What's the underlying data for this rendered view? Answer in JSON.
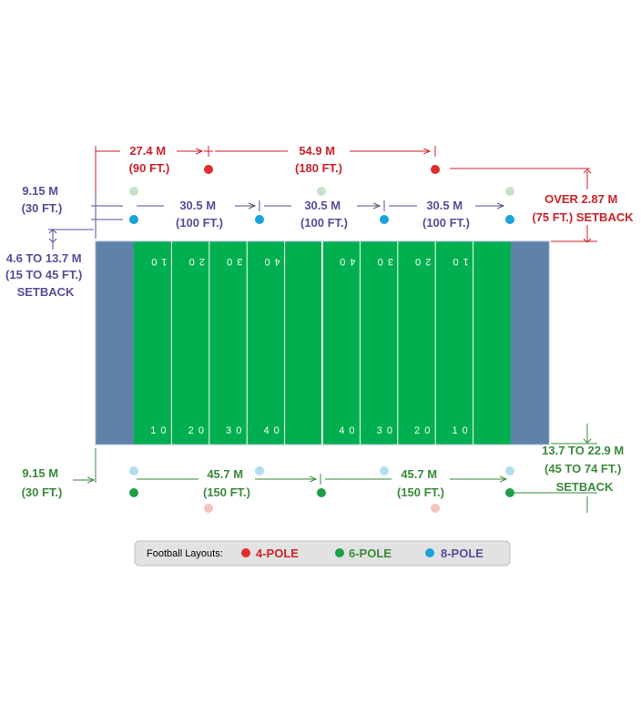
{
  "colors": {
    "red": "#cc2229",
    "purple": "#5b4a99",
    "green": "#3a8a3a",
    "field": "#00b04f",
    "endzone": "#5f82aa",
    "pole_red": "#e02d2d",
    "pole_green": "#1f9e48",
    "pole_blue": "#1aa3d9",
    "pole_faded_green": "#c4e3c9",
    "pole_faded_blue": "#b2dff0",
    "pole_faded_red": "#f3c2bd",
    "legend_bg": "#e2e2e2"
  },
  "labels": {
    "top_left_gap": [
      "27.4 M",
      "(90 FT.)"
    ],
    "top_center_gap": [
      "54.9 M",
      "(180 FT.)"
    ],
    "top_right_setback": [
      "OVER 2.87 M",
      "(75 FT.) SETBACK"
    ],
    "left_top_offset": [
      "9.15 M",
      "(30 FT.)"
    ],
    "top_spacing_1": [
      "30.5 M",
      "(100 FT.)"
    ],
    "top_spacing_2": [
      "30.5 M",
      "(100 FT.)"
    ],
    "top_spacing_3": [
      "30.5 M",
      "(100 FT.)"
    ],
    "left_setback": [
      "4.6 TO 13.7 M",
      "(15 TO 45 FT.)",
      "SETBACK"
    ],
    "bottom_left_offset": [
      "9.15 M",
      "(30 FT.)"
    ],
    "bottom_spacing_1": [
      "45.7 M",
      "(150 FT.)"
    ],
    "bottom_spacing_2": [
      "45.7 M",
      "(150 FT.)"
    ],
    "bottom_right_setback": [
      "13.7 TO 22.9 M",
      "(45 TO 74 FT.)",
      "SETBACK"
    ]
  },
  "field": {
    "top_numbers": [
      "1 0",
      "2 0",
      "3 0",
      "4 0",
      "4 0",
      "3 0",
      "2 0",
      "1 0"
    ],
    "bottom_numbers": [
      "1 0",
      "2 0",
      "3 0",
      "4 0",
      "4 0",
      "3 0",
      "2 0",
      "1 0"
    ]
  },
  "legend": {
    "title": "Football Layouts:",
    "items": [
      {
        "label": "4-POLE",
        "color": "#e02d2d",
        "text_color": "#cc2229"
      },
      {
        "label": "6-POLE",
        "color": "#1f9e48",
        "text_color": "#3a8a3a"
      },
      {
        "label": "8-POLE",
        "color": "#1aa3d9",
        "text_color": "#5b4a99"
      }
    ]
  }
}
